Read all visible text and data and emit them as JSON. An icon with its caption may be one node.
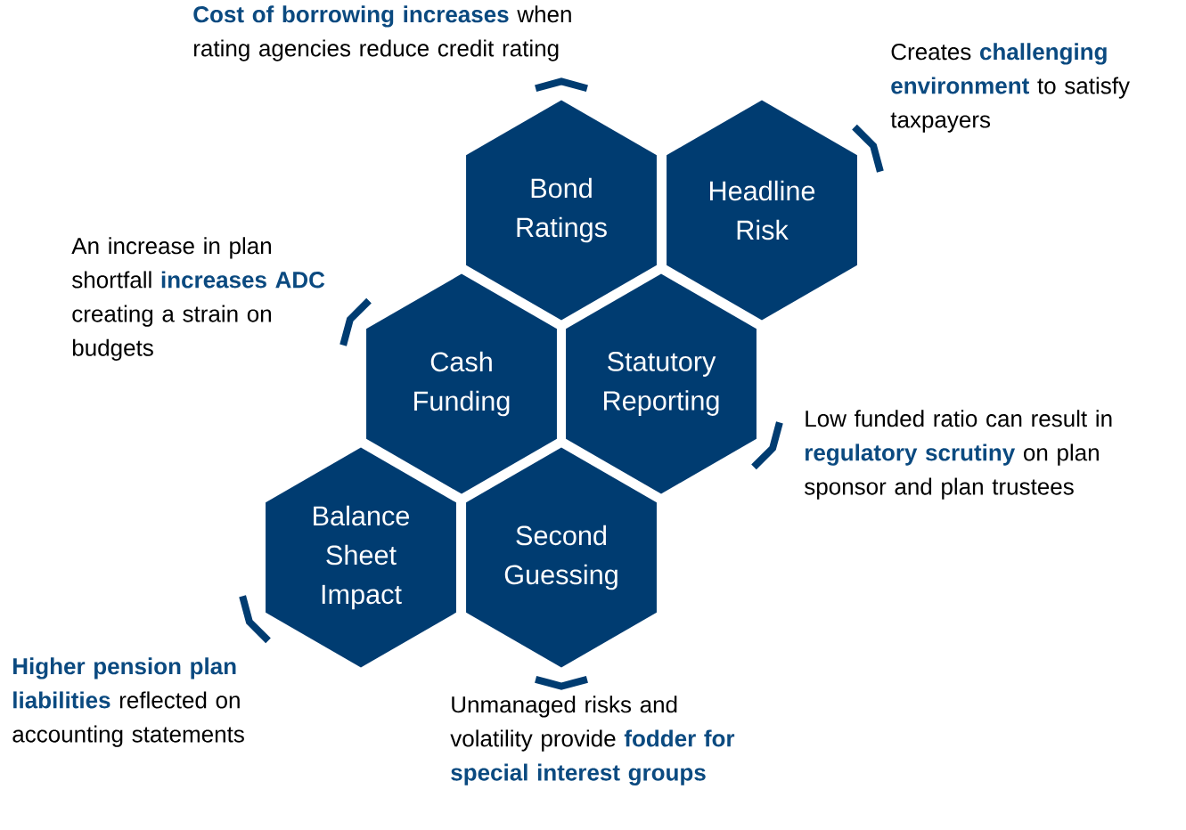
{
  "diagram": {
    "nodes": [
      {
        "text": [
          "Bond Ratings"
        ],
        "beside": [
          "**Cost of borrowing increases** when rating agencies reduce credit rating"
        ]
      },
      {
        "text": [
          "Headline Risk"
        ],
        "beside": [
          "Creates **challenging environment** to satisfy taxpayers"
        ]
      },
      {
        "text": [
          "Cash Funding"
        ],
        "beside": [
          "An increase in plan shortfall **increases ADC** creating a strain on budgets"
        ]
      },
      {
        "text": [
          "Statutory Reporting"
        ],
        "beside": [
          "Low funded ratio can result in **regulatory scrutiny** on plan sponsor and plan trustees"
        ]
      },
      {
        "text": [
          "Balance Sheet Impact"
        ],
        "beside": [
          "**Higher pension plan liabilities** reflected on accounting statements"
        ]
      },
      {
        "text": [
          "Second Guessing"
        ],
        "beside": [
          "Unmanaged risks and volatility provide **fodder for special interest groups**"
        ]
      }
    ]
  }
}
